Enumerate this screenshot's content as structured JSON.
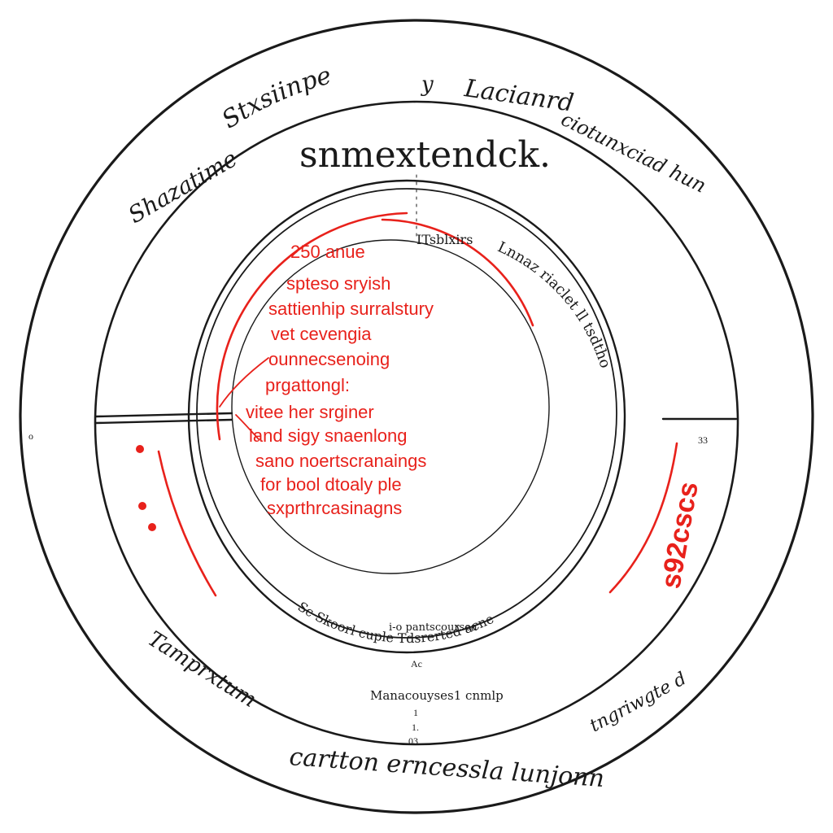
{
  "diagram": {
    "outer_script_top": "Stxsiinpe",
    "outer_script_top_mark": "y",
    "outer_script_top_right": "Lacianrd",
    "outer_script_left": "Shazatime",
    "outer_script_right": "ciotunxciad hun",
    "title": "snmextendck.",
    "inner_top_label": "ITsblxirs",
    "inner_right_arc": "Lnnaz riaclet ll tsdtho",
    "red_list": [
      "250 anue",
      "spteso sryish",
      "sattienhip surralstury",
      "vet cevengia",
      "ounnecsenoing",
      "prgattongl:",
      "vitee her srginer",
      "land sigy snaenlong",
      "sano noertscranaings",
      "for bool dtoaly ple",
      "sxprthrcasinagns"
    ],
    "red_side_label": "s92cscs",
    "bottom_inner_line1": "Sc Skoorl cuple Tdsrerted acne",
    "bottom_inner_line2": "i-o pantscoursea",
    "center_bottom_small": "Ac",
    "caption": "Manacouyses1 cnmlp",
    "caption_marks": [
      "1",
      "1.",
      "03"
    ],
    "outer_script_bottom_left": "Tamprxtum",
    "outer_script_bottom": "cartton erncessla lunjonn",
    "outer_script_bottom_right": "tngriwgte d",
    "edge_mark_left": "o",
    "edge_mark_right": "33",
    "colors": {
      "ink": "#1a1a1a",
      "accent_red": "#e8211b",
      "background": "#ffffff"
    }
  }
}
